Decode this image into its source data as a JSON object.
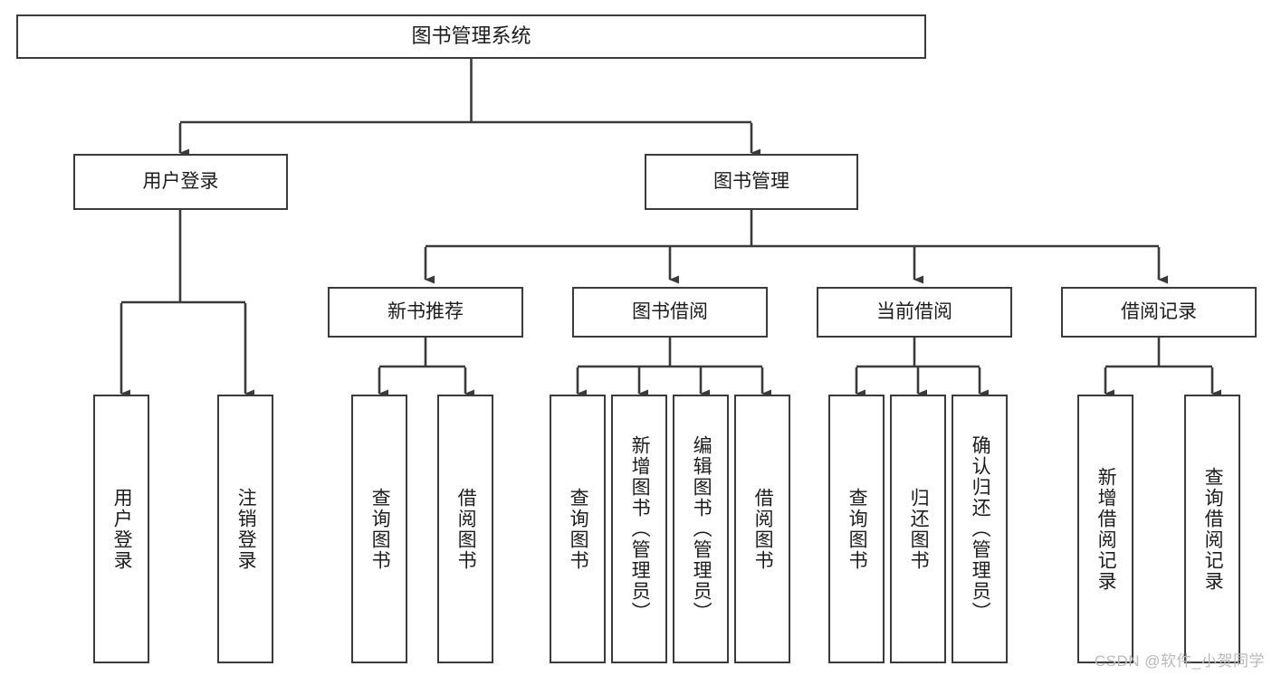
{
  "diagram": {
    "title": "图书管理系统",
    "type": "tree-hierarchy-chart",
    "watermark": "CSDN @软件_小贺同学",
    "colors": {
      "box_border": "#3a3a3a",
      "box_fill": "#ffffff",
      "connector": "#3a3a3a",
      "text": "#1c1c1c",
      "watermark": "#b9b9b9"
    },
    "root": {
      "label": "图书管理系统"
    },
    "level2": [
      {
        "label": "用户登录"
      },
      {
        "label": "图书管理"
      }
    ],
    "level3": [
      {
        "label": "新书推荐"
      },
      {
        "label": "图书借阅"
      },
      {
        "label": "当前借阅"
      },
      {
        "label": "借阅记录"
      }
    ],
    "leaves": {
      "user_login": [
        {
          "label": "用户登录"
        },
        {
          "label": "注销登录"
        }
      ],
      "new_book_recommend": [
        {
          "label": "查询图书"
        },
        {
          "label": "借阅图书"
        }
      ],
      "book_borrow": [
        {
          "label": "查询图书"
        },
        {
          "label": "新增图书（管理员）"
        },
        {
          "label": "编辑图书（管理员）"
        },
        {
          "label": "借阅图书"
        }
      ],
      "current_borrow": [
        {
          "label": "查询图书"
        },
        {
          "label": "归还图书"
        },
        {
          "label": "确认归还（管理员）"
        }
      ],
      "borrow_record": [
        {
          "label": "新增借阅记录"
        },
        {
          "label": "查询借阅记录"
        }
      ]
    }
  }
}
